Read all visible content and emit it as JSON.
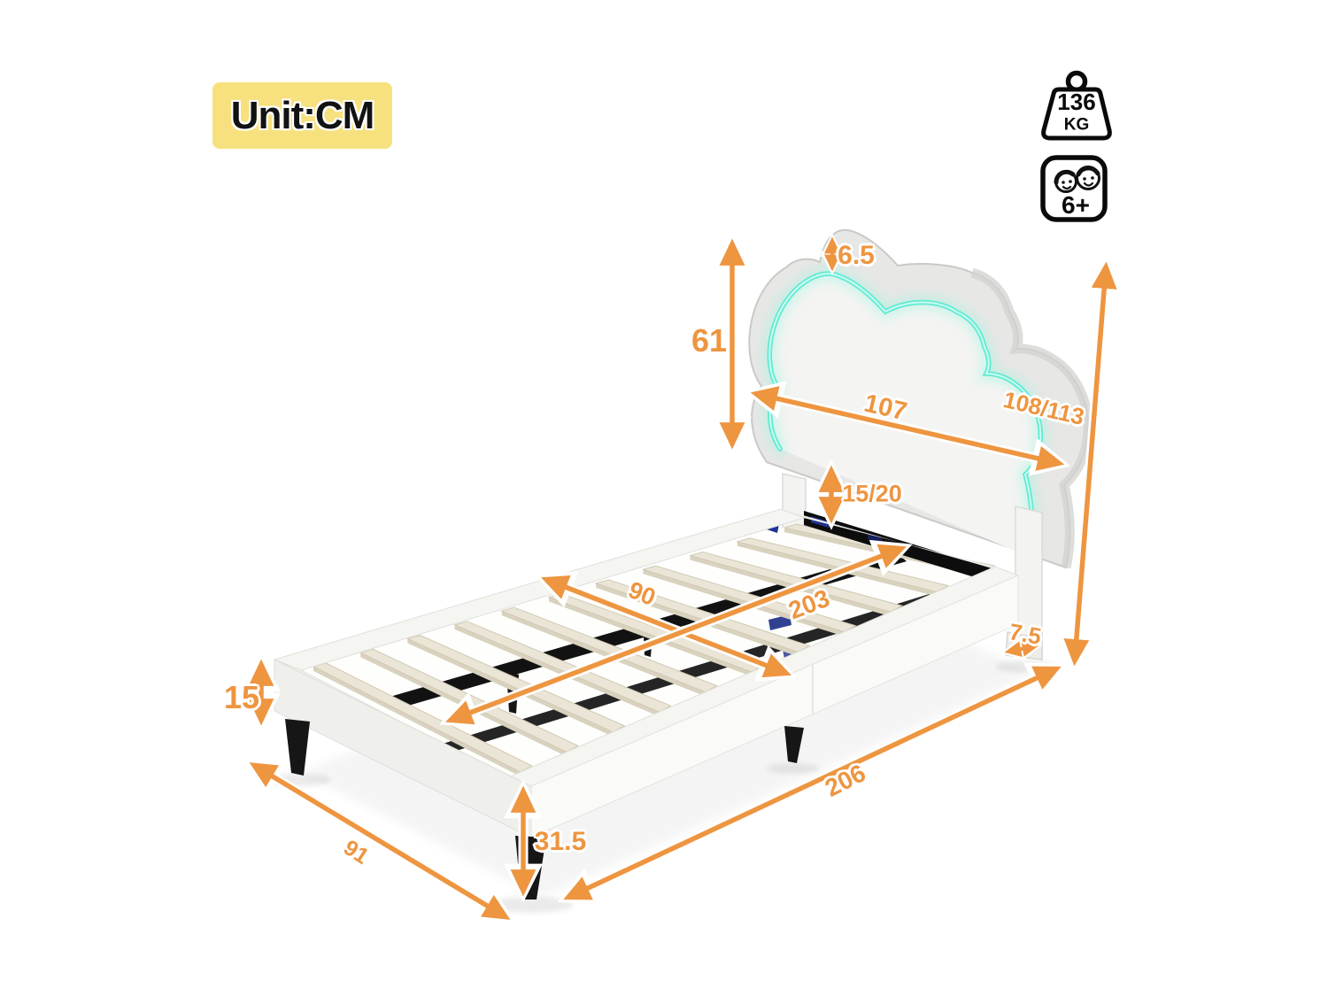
{
  "unit_label": "Unit:CM",
  "badges": {
    "weight_limit": {
      "value": "136",
      "unit": "KG"
    },
    "age_recommendation": "6+"
  },
  "dimensions": {
    "headboard_top_thickness": "6.5",
    "headboard_height": "61",
    "headboard_width": "107",
    "overall_height": "108/113",
    "headboard_to_slat_gap": "15/20",
    "inner_width": "90",
    "slat_length": "203",
    "headboard_leg_width": "7.5",
    "side_rail_height": "15",
    "platform_height": "31.5",
    "overall_width": "91",
    "overall_length": "206"
  },
  "colors": {
    "accent_orange": "#EE9540",
    "unit_badge_yellow": "#F7E17E",
    "led_teal": "#5FEBD2"
  }
}
